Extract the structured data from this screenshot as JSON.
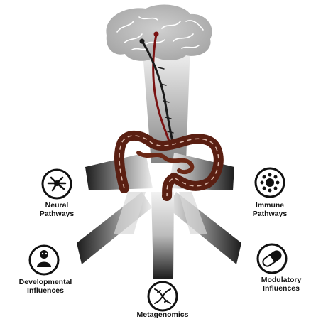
{
  "colors": {
    "brain": "#b3b3b3",
    "brain_fold": "#ffffff",
    "gut": "#5a1f12",
    "gut_highlight": "#9c5a44",
    "nerve_dark": "#1a1a1a",
    "nerve_red": "#7a1212",
    "icon_stroke": "#111111",
    "beam_dark": "#2a2a2a",
    "beam_light": "#f0f0f0"
  },
  "nodes": [
    {
      "id": "neural",
      "label_line1": "Neural",
      "label_line2": "Pathways",
      "icon": "neuron-icon"
    },
    {
      "id": "immune",
      "label_line1": "Immune",
      "label_line2": "Pathways",
      "icon": "immune-cell-icon"
    },
    {
      "id": "developmental",
      "label_line1": "Developmental",
      "label_line2": "Influences",
      "icon": "baby-icon"
    },
    {
      "id": "modulatory",
      "label_line1": "Modulatory",
      "label_line2": "Influences",
      "icon": "capsule-pill-icon"
    },
    {
      "id": "metagenomics",
      "label_line1": "Metagenomics",
      "label_line2": "",
      "icon": "dna-icon"
    }
  ]
}
